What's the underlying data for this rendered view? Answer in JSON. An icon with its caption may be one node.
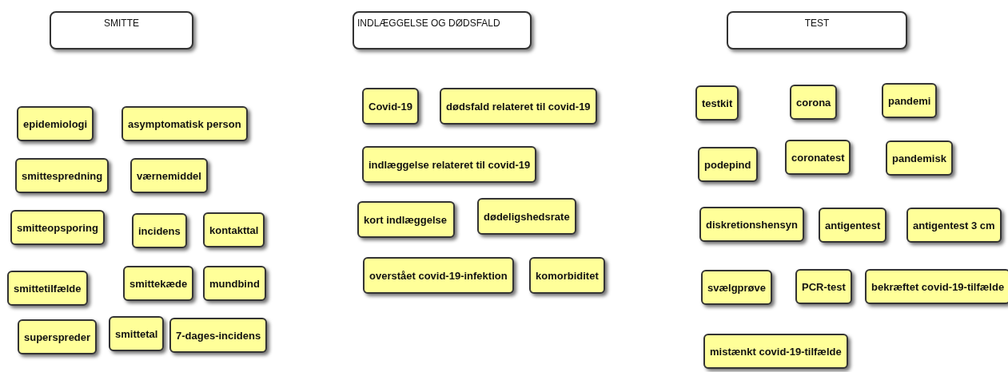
{
  "diagram": {
    "nodes": [
      {
        "text": [
          "SMITTE"
        ]
      },
      {
        "text": [
          "INDLÆGGELSE OG DØDSFALD"
        ]
      },
      {
        "text": [
          "TEST"
        ]
      },
      {
        "text": [
          "epidemiologi"
        ]
      },
      {
        "text": [
          "asymptomatisk person"
        ]
      },
      {
        "text": [
          "smittespredning"
        ]
      },
      {
        "text": [
          "værnemiddel"
        ]
      },
      {
        "text": [
          "smitteopsporing"
        ]
      },
      {
        "text": [
          "incidens"
        ]
      },
      {
        "text": [
          "kontakttal"
        ]
      },
      {
        "text": [
          "smittetilfælde"
        ]
      },
      {
        "text": [
          "smittekæde"
        ]
      },
      {
        "text": [
          "mundbind"
        ]
      },
      {
        "text": [
          "superspreder"
        ]
      },
      {
        "text": [
          "smittetal"
        ]
      },
      {
        "text": [
          "7-dages-incidens"
        ]
      },
      {
        "text": [
          "Covid-19"
        ]
      },
      {
        "text": [
          "dødsfald relateret til covid-19"
        ]
      },
      {
        "text": [
          "indlæggelse relateret til covid-19"
        ]
      },
      {
        "text": [
          "kort indlæggelse"
        ]
      },
      {
        "text": [
          "dødeligshedsrate"
        ]
      },
      {
        "text": [
          "overstået covid-19-infektion"
        ]
      },
      {
        "text": [
          "komorbiditet"
        ]
      },
      {
        "text": [
          "testkit"
        ]
      },
      {
        "text": [
          "corona"
        ]
      },
      {
        "text": [
          "pandemi"
        ]
      },
      {
        "text": [
          "podepind"
        ]
      },
      {
        "text": [
          "coronatest"
        ]
      },
      {
        "text": [
          "pandemisk"
        ]
      },
      {
        "text": [
          "diskretionshensyn"
        ]
      },
      {
        "text": [
          "antigentest"
        ]
      },
      {
        "text": [
          "antigentest 3 cm"
        ]
      },
      {
        "text": [
          "svælgprøve"
        ]
      },
      {
        "text": [
          "PCR-test"
        ]
      },
      {
        "text": [
          "bekræftet covid-19-tilfælde"
        ]
      },
      {
        "text": [
          "mistænkt covid-19-tilfælde"
        ]
      }
    ]
  }
}
